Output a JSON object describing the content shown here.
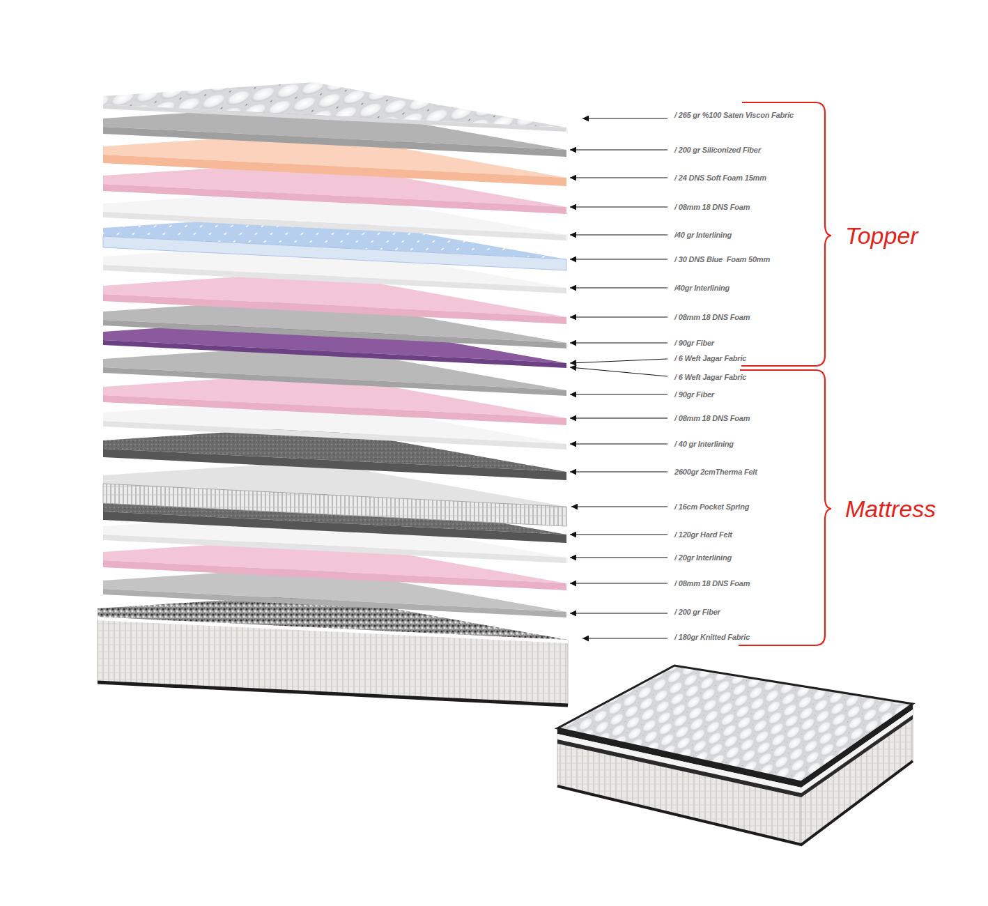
{
  "diagram": {
    "labels": [
      "/ 265 gr %100 Saten Viscon Fabric",
      "/ 200 gr Siliconized Fiber",
      "/ 24 DNS Soft Foam 15mm",
      "/ 08mm 18 DNS Foam",
      "/40 gr Interlining",
      "/ 30 DNS Blue  Foam 50mm",
      "/40gr Interlining",
      "/ 08mm 18 DNS Foam",
      "/ 90gr Fiber",
      "/ 6 Weft Jagar Fabric",
      "/ 6 Weft Jagar Fabric",
      "/ 90gr Fiber",
      "/ 08mm 18 DNS Foam",
      "/ 40 gr Interlining",
      "2600gr 2cmTherma Felt",
      "/ 16cm Pocket Spring",
      "/ 120gr Hard Felt",
      "/ 20gr Interlining",
      "/ 08mm 18 DNS Foam",
      "/ 200 gr Fiber",
      "/ 180gr Knitted Fabric",
      "Topper",
      "Mattress"
    ]
  }
}
